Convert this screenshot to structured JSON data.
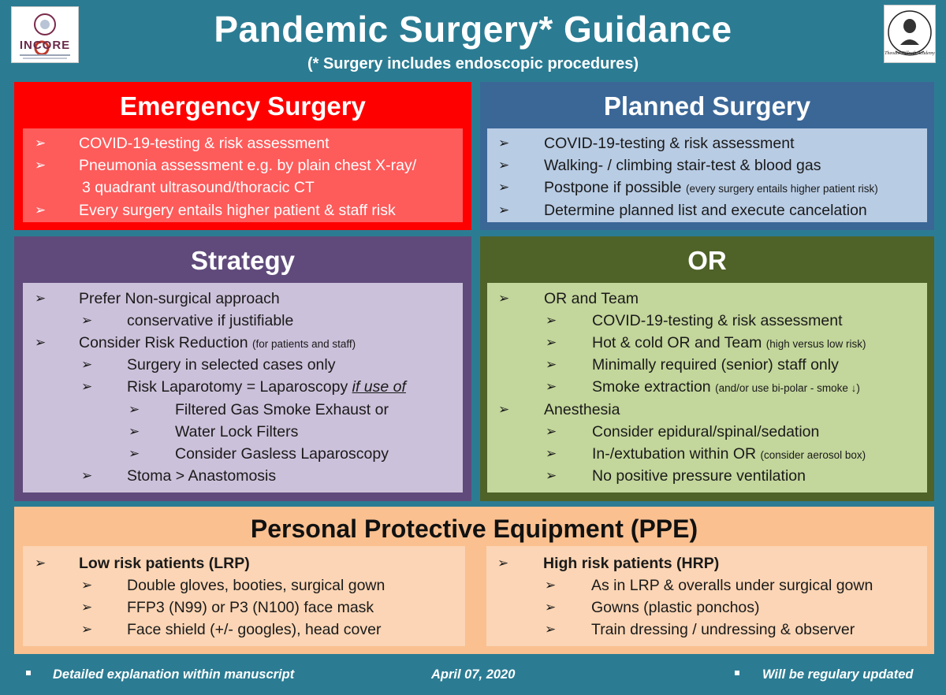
{
  "header": {
    "title": "Pandemic Surgery* Guidance",
    "subtitle": "(* Surgery includes endoscopic procedures)",
    "logo_left_text": "INCORE",
    "logo_right_text": "Theodor Billroth Academy"
  },
  "marker": "➢",
  "emergency": {
    "title": "Emergency Surgery",
    "items": [
      "COVID-19-testing & risk assessment",
      "Pneumonia assessment e.g. by plain chest X-ray/",
      "3 quadrant ultrasound/thoracic CT",
      "Every surgery entails higher patient & staff risk"
    ]
  },
  "planned": {
    "title": "Planned Surgery",
    "items": [
      "COVID-19-testing & risk assessment",
      "Walking- / climbing stair-test & blood gas",
      "Postpone if possible",
      "Determine planned list and execute cancelation"
    ],
    "postpone_note": "(every surgery entails higher patient risk)"
  },
  "strategy": {
    "title": "Strategy",
    "items": [
      "Prefer Non-surgical approach",
      "conservative if justifiable",
      "Consider Risk Reduction",
      "Surgery in selected cases only",
      "Risk Laparotomy = Laparoscopy",
      "Filtered Gas Smoke Exhaust or",
      "Water Lock Filters",
      "Consider Gasless Laparoscopy",
      "Stoma > Anastomosis"
    ],
    "risk_reduction_note": "(for patients and staff)",
    "laparoscopy_note": "if use of"
  },
  "or": {
    "title": "OR",
    "items": [
      "OR and Team",
      "COVID-19-testing & risk assessment",
      "Hot & cold OR and Team",
      "Minimally required (senior) staff only",
      "Smoke extraction",
      "Anesthesia",
      "Consider epidural/spinal/sedation",
      "In-/extubation within OR",
      "No positive pressure ventilation"
    ],
    "hot_cold_note": "(high versus low risk)",
    "smoke_note": "(and/or use bi-polar - smoke ↓)",
    "extubation_note": "(consider aerosol box)"
  },
  "ppe": {
    "title": "Personal Protective Equipment (PPE)",
    "low": {
      "heading": "Low risk patients (LRP)",
      "items": [
        "Double gloves, booties, surgical gown",
        "FFP3 (N99) or P3 (N100) face mask",
        "Face shield (+/- googles), head cover"
      ]
    },
    "high": {
      "heading": "High risk patients (HRP)",
      "items": [
        "As in LRP & overalls under surgical gown",
        "Gowns (plastic ponchos)",
        "Train dressing / undressing & observer"
      ]
    }
  },
  "footer": {
    "left": "Detailed explanation within manuscript",
    "center": "April 07, 2020",
    "right": "Will be regulary updated"
  }
}
